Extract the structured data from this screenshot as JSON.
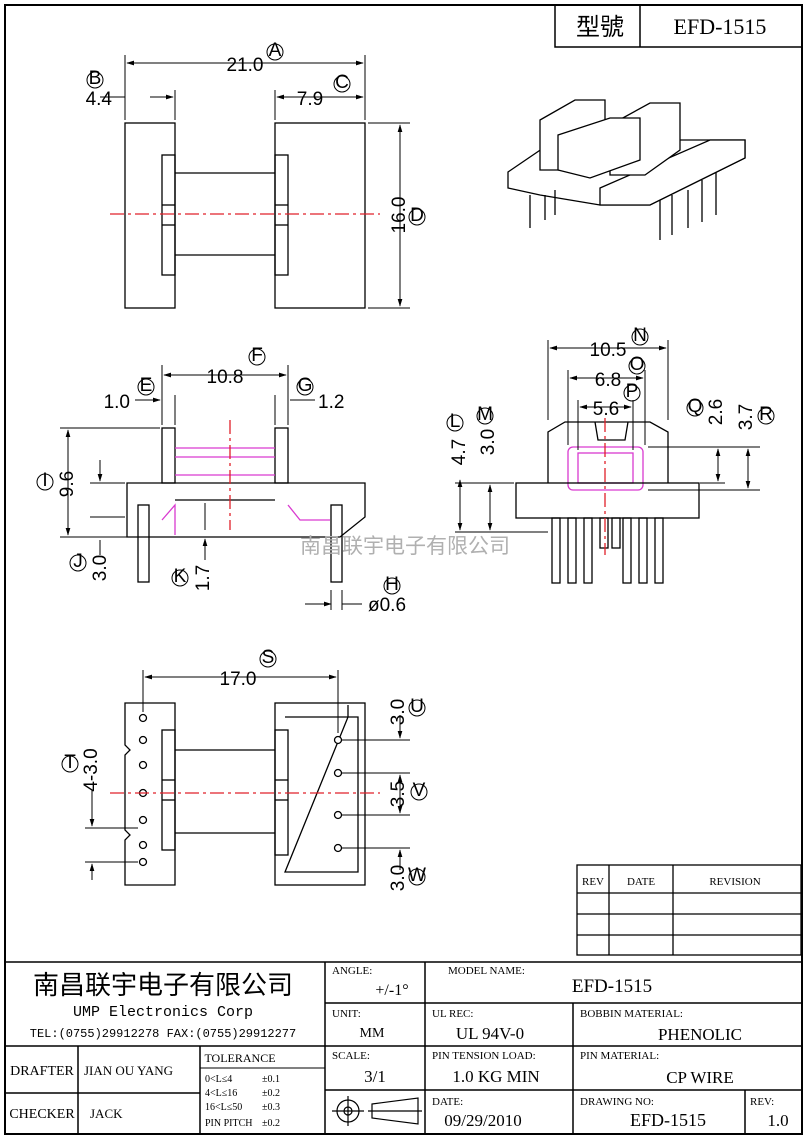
{
  "title_block": {
    "model_label": "型號",
    "model_value": "EFD-1515"
  },
  "dimensions": {
    "A": {
      "letter": "A",
      "value": "21.0"
    },
    "B": {
      "letter": "B",
      "value": "4.4"
    },
    "C": {
      "letter": "C",
      "value": "7.9"
    },
    "D": {
      "letter": "D",
      "value": "16.0"
    },
    "E": {
      "letter": "E",
      "value": "1.0"
    },
    "F": {
      "letter": "F",
      "value": "10.8"
    },
    "G": {
      "letter": "G",
      "value": "1.2"
    },
    "H": {
      "letter": "H",
      "value": "ø0.6"
    },
    "I": {
      "letter": "I",
      "value": "9.6"
    },
    "J": {
      "letter": "J",
      "value": "3.0"
    },
    "K": {
      "letter": "K",
      "value": "1.7"
    },
    "L": {
      "letter": "L",
      "value": "4.7"
    },
    "M": {
      "letter": "M",
      "value": "3.0"
    },
    "N": {
      "letter": "N",
      "value": "10.5"
    },
    "O": {
      "letter": "O",
      "value": "6.8"
    },
    "P": {
      "letter": "P",
      "value": "5.6"
    },
    "Q": {
      "letter": "Q",
      "value": "2.6"
    },
    "R": {
      "letter": "R",
      "value": "3.7"
    },
    "S": {
      "letter": "S",
      "value": "17.0"
    },
    "T": {
      "letter": "T",
      "value": "4-3.0"
    },
    "U": {
      "letter": "U",
      "value": "3.0"
    },
    "V": {
      "letter": "V",
      "value": "3.5"
    },
    "W": {
      "letter": "W",
      "value": "3.0"
    }
  },
  "watermark": "南昌联宇电子有限公司",
  "revision_table": {
    "headers": [
      "REV",
      "DATE",
      "REVISION"
    ]
  },
  "company": {
    "name_cn": "南昌联宇电子有限公司",
    "name_en": "UMP  Electronics  Corp",
    "contact": "TEL:(0755)29912278 FAX:(0755)29912277"
  },
  "fields": {
    "angle_label": "ANGLE:",
    "angle_value": "+/-1°",
    "model_name_label": "MODEL NAME:",
    "model_name_value": "EFD-1515",
    "unit_label": "UNIT:",
    "unit_value": "MM",
    "ul_label": "UL REC:",
    "ul_value": "UL 94V-0",
    "bobbin_label": "BOBBIN MATERIAL:",
    "bobbin_value": "PHENOLIC",
    "scale_label": "SCALE:",
    "scale_value": "3/1",
    "tension_label": "PIN TENSION LOAD:",
    "tension_value": "1.0  KG MIN",
    "pin_material_label": "PIN MATERIAL:",
    "pin_material_value": "CP  WIRE",
    "date_label": "DATE:",
    "date_value": "09/29/2010",
    "drawing_no_label": "DRAWING NO:",
    "drawing_no_value": "EFD-1515",
    "rev_label": "REV:",
    "rev_value": "1.0"
  },
  "people": {
    "drafter_label": "DRAFTER",
    "drafter_value": "JIAN OU YANG",
    "checker_label": "CHECKER",
    "checker_value": "JACK"
  },
  "tolerance": {
    "title": "TOLERANCE",
    "rows": [
      {
        "range": "0<L≤4",
        "tol": "±0.1"
      },
      {
        "range": "4<L≤16",
        "tol": "±0.2"
      },
      {
        "range": "16<L≤50",
        "tol": "±0.3"
      },
      {
        "range": "PIN PITCH",
        "tol": "±0.2"
      }
    ]
  },
  "colors": {
    "centerline": "#e0202a",
    "highlight": "#d93ad0",
    "watermark": "#b0b0b0"
  }
}
